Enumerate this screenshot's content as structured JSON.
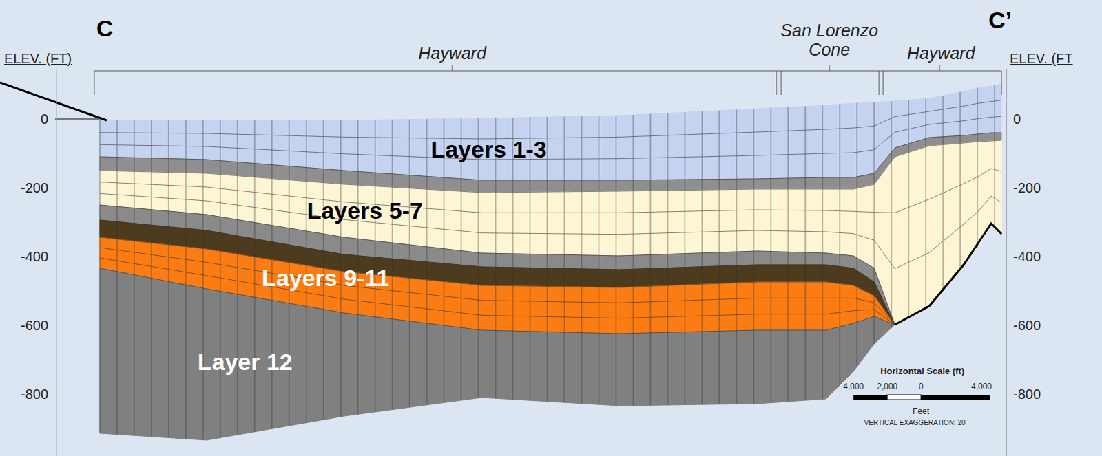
{
  "diagram": {
    "labels": [
      "C",
      "C’",
      "ELEV. (FT)",
      "ELEV. (FT",
      "Hayward",
      "San Lorenzo Cone",
      "Hayward",
      "Layers 1-3",
      "Layers 5-7",
      "Layers 9-11",
      "Layer 12",
      "0",
      "-200",
      "-400",
      "-600",
      "-800",
      "0",
      "-200",
      "-400",
      "-600",
      "-800",
      "Horizontal Scale (ft)",
      "4,000",
      "2,000",
      "0",
      "4,000",
      "Feet",
      "VERTICAL EXAGGERATION: 20"
    ]
  }
}
